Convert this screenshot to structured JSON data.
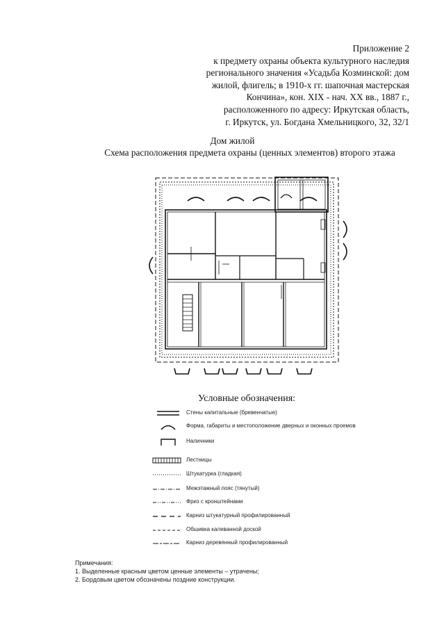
{
  "header": {
    "lines": [
      "Приложение 2",
      "к предмету охраны объекта культурного наследия",
      "регионального значения «Усадьба Козминской: дом",
      "жилой, флигель; в 1910-х гг. шапочная мастерская",
      "Кончина», кон. XIX - нач. XX вв., 1887 г.,",
      "расположенного по адресу: Иркутская область,",
      "г. Иркутск, ул. Богдана Хмельницкого, 32, 32/1"
    ]
  },
  "title": {
    "main": "Дом жилой",
    "sub": "Схема расположения предмета охраны (ценных элементов) второго этажа"
  },
  "legend": {
    "heading": "Условные обозначения:",
    "items": [
      {
        "symbol": "double-line",
        "label": "Стены капитальные (бревенчатые)"
      },
      {
        "symbol": "arc",
        "label": "Форма, габариты и местоположение дверных и оконных проемов"
      },
      {
        "symbol": "bracket",
        "label": "Наличники"
      },
      {
        "symbol": "hatched-bar",
        "label": "Лестницы"
      },
      {
        "symbol": "dotted-line",
        "label": "Штукатурка (гладкая)"
      },
      {
        "symbol": "dash-dot-line",
        "label": "Межэтажный пояс (тянутый)"
      },
      {
        "symbol": "dash-double-dot-line",
        "label": "Фриз с кронштейнами"
      },
      {
        "symbol": "long-dash-line",
        "label": "Карниз штукатурный профилированный"
      },
      {
        "symbol": "short-dash-line",
        "label": "Обшивка калеванной доской"
      },
      {
        "symbol": "dash-gap-line",
        "label": "Карниз деревянный профилированный"
      }
    ]
  },
  "notes": {
    "heading": "Примечания:",
    "items": [
      "1.  Выделенные красным цветом ценные элементы – утрачены;",
      "2.  Бордовым цветом обозначены поздние конструкции."
    ]
  },
  "colors": {
    "ink": "#111111",
    "paper": "#ffffff"
  }
}
